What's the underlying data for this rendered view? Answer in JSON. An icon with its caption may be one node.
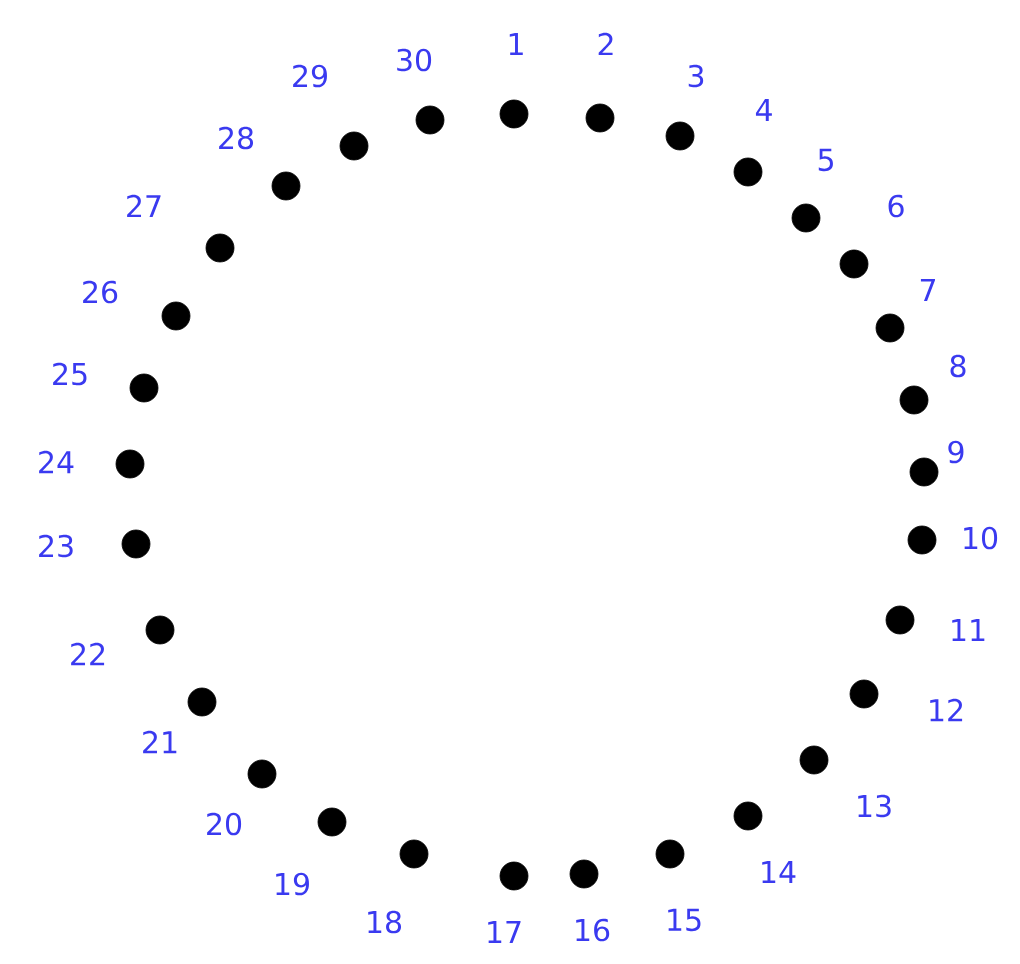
{
  "diagram": {
    "nodes": [
      {
        "text": [],
        "shape": "circle",
        "beside": [
          "1"
        ]
      },
      {
        "text": [],
        "shape": "circle",
        "beside": [
          "2"
        ]
      },
      {
        "text": [],
        "shape": "circle",
        "beside": [
          "3"
        ]
      },
      {
        "text": [],
        "shape": "circle",
        "beside": [
          "4"
        ]
      },
      {
        "text": [],
        "shape": "circle",
        "beside": [
          "5"
        ]
      },
      {
        "text": [],
        "shape": "circle",
        "beside": [
          "6"
        ]
      },
      {
        "text": [],
        "shape": "circle",
        "beside": [
          "7"
        ]
      },
      {
        "text": [],
        "shape": "circle",
        "beside": [
          "8"
        ]
      },
      {
        "text": [],
        "shape": "circle",
        "beside": [
          "9"
        ]
      },
      {
        "text": [],
        "shape": "circle",
        "beside": [
          "10"
        ]
      },
      {
        "text": [],
        "shape": "circle",
        "beside": [
          "11"
        ]
      },
      {
        "text": [],
        "shape": "circle",
        "beside": [
          "12"
        ]
      },
      {
        "text": [],
        "shape": "circle",
        "beside": [
          "13"
        ]
      },
      {
        "text": [],
        "shape": "circle",
        "beside": [
          "14"
        ]
      },
      {
        "text": [],
        "shape": "circle",
        "beside": [
          "15"
        ]
      },
      {
        "text": [],
        "shape": "circle",
        "beside": [
          "16"
        ]
      },
      {
        "text": [],
        "shape": "circle",
        "beside": [
          "17"
        ]
      },
      {
        "text": [],
        "shape": "circle",
        "beside": [
          "18"
        ]
      },
      {
        "text": [],
        "shape": "circle",
        "beside": [
          "19"
        ]
      },
      {
        "text": [],
        "shape": "circle",
        "beside": [
          "20"
        ]
      },
      {
        "text": [],
        "shape": "circle",
        "beside": [
          "21"
        ]
      },
      {
        "text": [],
        "shape": "circle",
        "beside": [
          "22"
        ]
      },
      {
        "text": [],
        "shape": "circle",
        "beside": [
          "23"
        ]
      },
      {
        "text": [],
        "shape": "circle",
        "beside": [
          "24"
        ]
      },
      {
        "text": [],
        "shape": "circle",
        "beside": [
          "25"
        ]
      },
      {
        "text": [],
        "shape": "circle",
        "beside": [
          "26"
        ]
      },
      {
        "text": [],
        "shape": "circle",
        "beside": [
          "27"
        ]
      },
      {
        "text": [],
        "shape": "circle",
        "beside": [
          "28"
        ]
      },
      {
        "text": [],
        "shape": "circle",
        "beside": [
          "29"
        ]
      },
      {
        "text": [],
        "shape": "circle",
        "beside": [
          "30"
        ]
      }
    ]
  }
}
